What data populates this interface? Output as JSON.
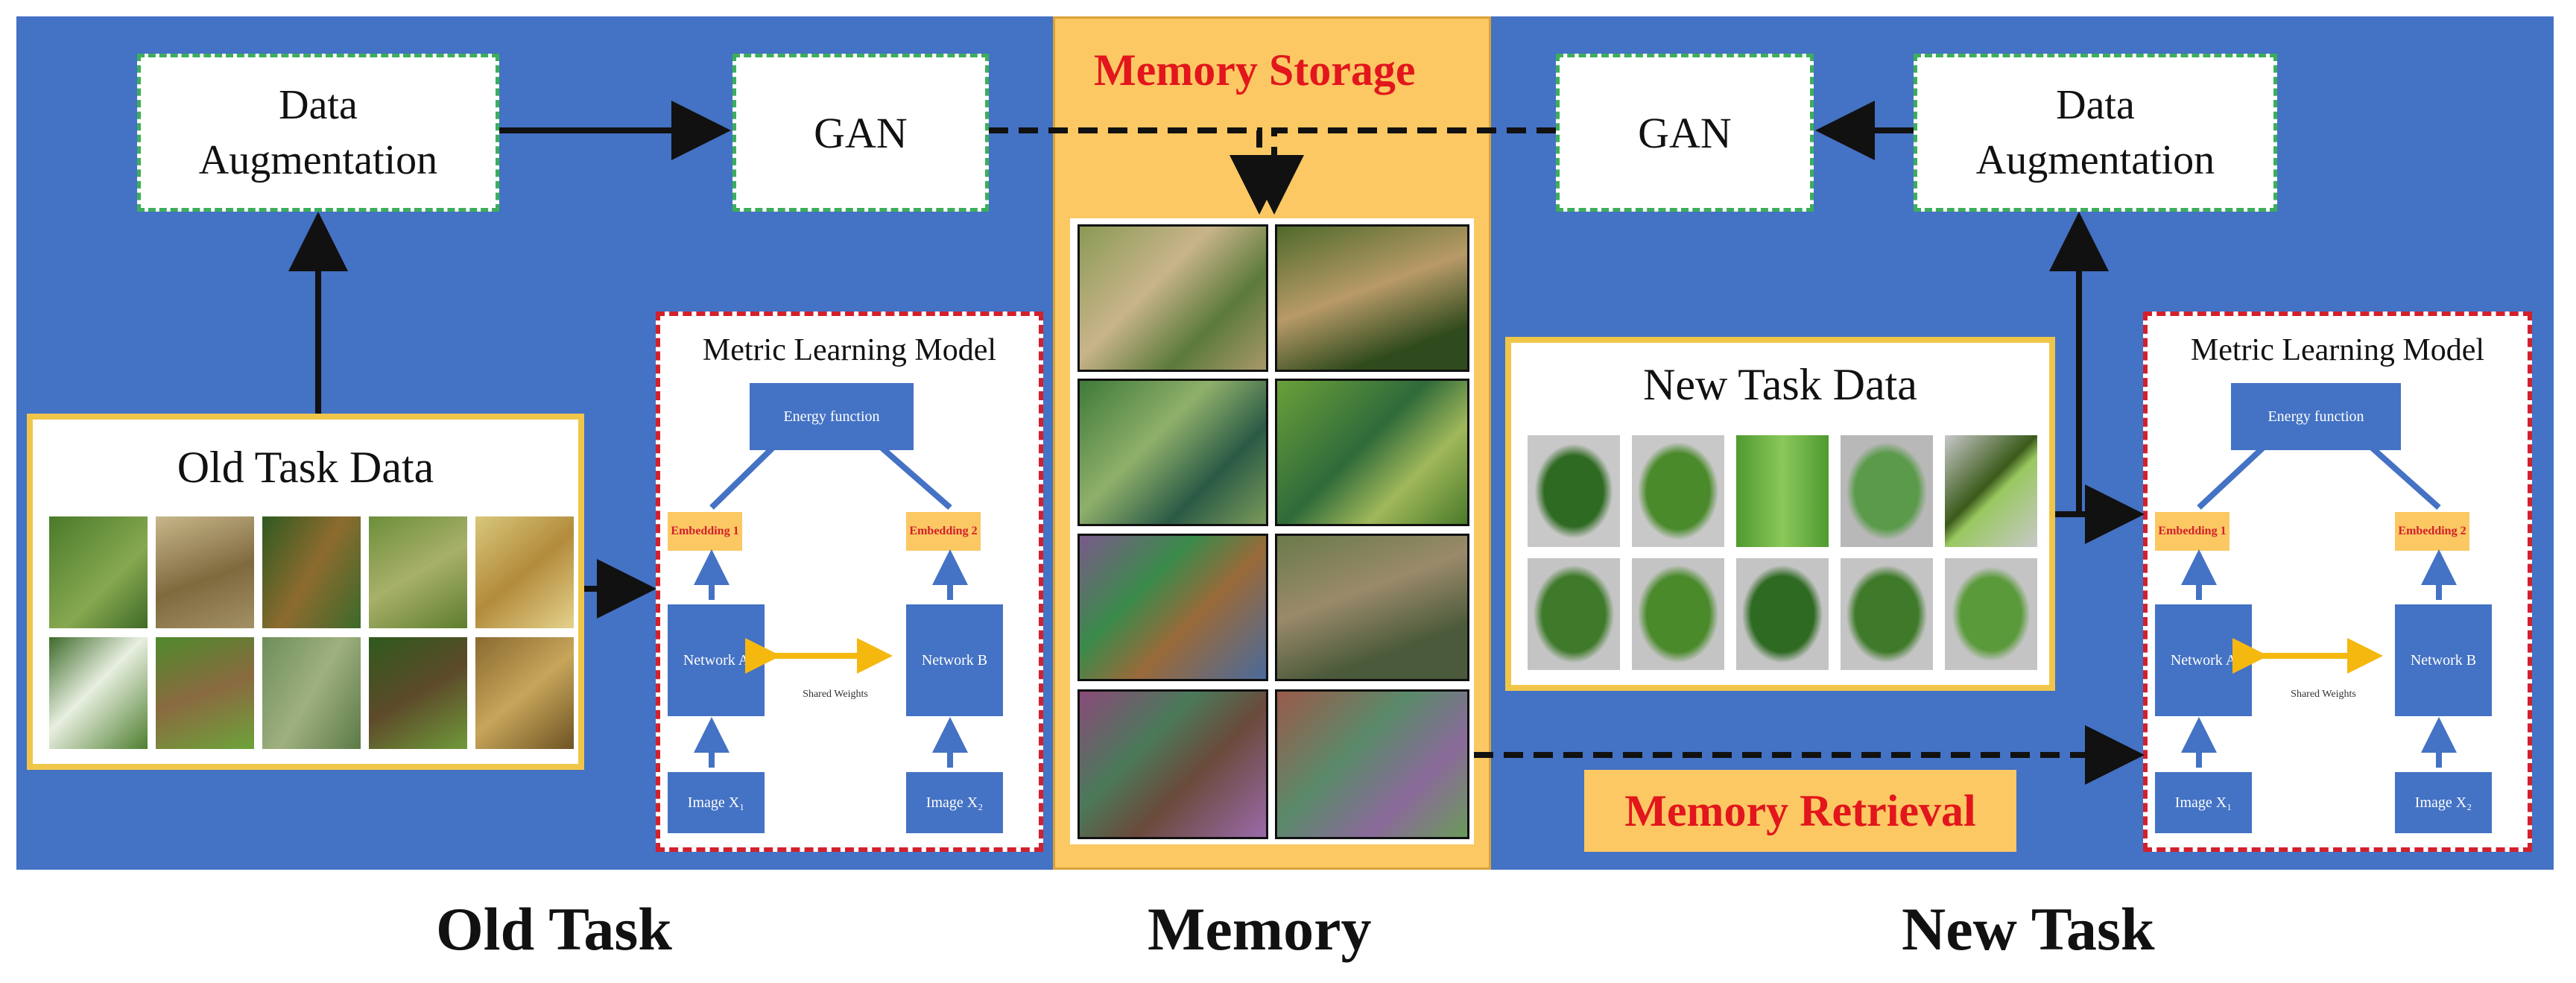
{
  "diagram": {
    "old_task": {
      "augmentation_label": "Data\nAugmentation",
      "gan_label": "GAN",
      "data_title": "Old Task Data",
      "model": {
        "title": "Metric Learning Model",
        "energy": "Energy function",
        "embedding_1": "Embedding 1",
        "embedding_2": "Embedding 2",
        "network_a": "Network A",
        "network_b": "Network B",
        "shared": "Shared Weights",
        "image_1": "Image X₁",
        "image_2": "Image X₂"
      }
    },
    "memory": {
      "storage_label": "Memory Storage",
      "retrieval_label": "Memory Retrieval"
    },
    "new_task": {
      "augmentation_label": "Data\nAugmentation",
      "gan_label": "GAN",
      "data_title": "New Task Data",
      "model": {
        "title": "Metric Learning Model",
        "energy": "Energy function",
        "embedding_1": "Embedding 1",
        "embedding_2": "Embedding 2",
        "network_a": "Network A",
        "network_b": "Network B",
        "shared": "Shared Weights",
        "image_1": "Image X₁",
        "image_2": "Image X₂"
      }
    },
    "section_labels": {
      "old_task": "Old Task",
      "memory": "Memory",
      "new_task": "New Task"
    },
    "colors": {
      "panel": "#4472c4",
      "memory": "#fbc863",
      "accent_red": "#e2161c",
      "augmentation_border": "#3cae5a",
      "model_border": "#d2202c"
    }
  }
}
